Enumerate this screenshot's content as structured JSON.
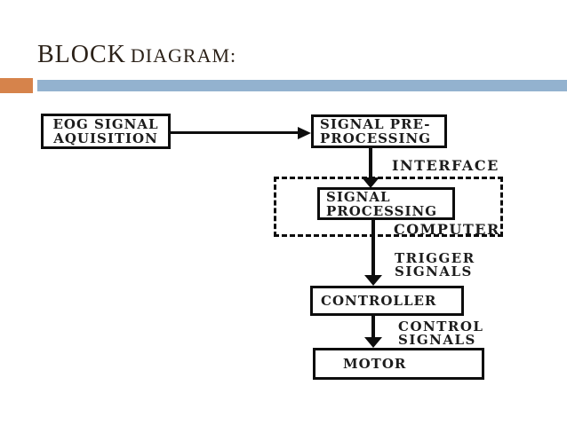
{
  "slide": {
    "title_word1": "BLOCK",
    "title_word2": "DIAGRAM:",
    "accent_orange": "#d6834b",
    "accent_blue": "#93b2cf",
    "ink_color": "#1c1c1c"
  },
  "diagram": {
    "boxes": {
      "eog": {
        "line1": "EOG SIGNAL",
        "line2": "AQUISITION"
      },
      "preprocessing": {
        "line1": "SIGNAL PRE-",
        "line2": "PROCESSING"
      },
      "processing": {
        "line1": "SIGNAL",
        "line2": "PROCESSING"
      },
      "controller": {
        "line1": "CONTROLLER"
      },
      "motor": {
        "line1": "MOTOR"
      }
    },
    "labels": {
      "interface": "INTERFACE",
      "computer": "COMPUTER",
      "trigger_line1": "TRIGGER",
      "trigger_line2": "SIGNALS",
      "control_line1": "CONTROL",
      "control_line2": "SIGNALS"
    }
  }
}
